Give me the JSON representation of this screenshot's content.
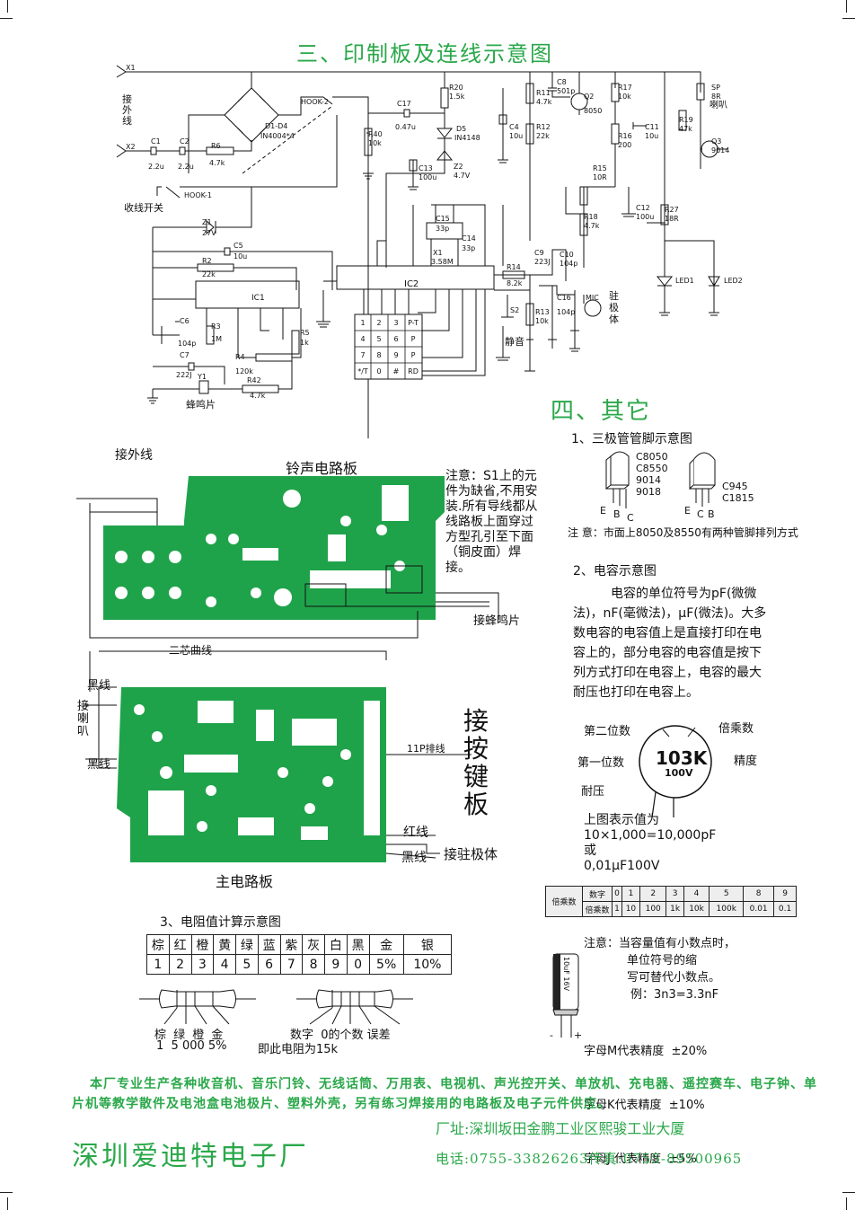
{
  "section3": {
    "title": "三、印制板及连线示意图"
  },
  "schematic": {
    "labels": {
      "x1": "X1",
      "x2": "X2",
      "jiewaixian": "接外线",
      "c1": "C1",
      "c1v": "2.2u",
      "c2": "C2",
      "c2v": "2.2u",
      "r6": "R6",
      "r6v": "4.7k",
      "d1d4": "D1-D4",
      "d1d4v": "IN4004*4",
      "hook2": "HOOK-2",
      "hook1": "HOOK-1",
      "shouxian": "收线开关",
      "r40": "R40",
      "r40v": "10k",
      "c17": "C17",
      "c17v": "0.47u",
      "r20": "R20",
      "r20v": "1.5k",
      "d5": "D5",
      "d5v": "IN4148",
      "c13": "C13",
      "c13v": "100u",
      "z2": "Z2",
      "z2v": "4.7V",
      "c4": "C4",
      "c4v": "10u",
      "r11": "R11",
      "r11v": "4.7k",
      "c8": "C8",
      "c8v": "501p",
      "q2": "Q2",
      "q2v": "8050",
      "r12": "R12",
      "r12v": "22k",
      "r17": "R17",
      "r17v": "10k",
      "r16": "R16",
      "r16v": "200",
      "c11": "C11",
      "c11v": "10u",
      "sp": "SP",
      "spv": "8R",
      "laba": "喇叭",
      "r19": "R19",
      "r19v": "47k",
      "q3": "Q3",
      "q3v": "9014",
      "r15": "R15",
      "r15v": "10R",
      "c12": "C12",
      "c12v": "100u",
      "r27": "R27",
      "r27v": "18R",
      "r18": "R18",
      "r18v": "4.7k",
      "led1": "LED1",
      "led2": "LED2",
      "z1": "Z1",
      "z1v": "27V",
      "c5": "C5",
      "c5v": "10u",
      "r2": "R2",
      "r2v": "22k",
      "ic1": "IC1",
      "c6": "C6",
      "c6v": "104p",
      "r3": "R3",
      "r3v": "1M",
      "c7": "C7",
      "c7v": "222J",
      "r4": "R4",
      "r4v": "120k",
      "y1": "Y1",
      "r42": "R42",
      "r42v": "4.7k",
      "fengming": "蜂鸣片",
      "r5": "R5",
      "r5v": "1k",
      "c15": "C15",
      "c15v": "33p",
      "c14": "C14",
      "c14v": "33p",
      "x1xt": "X1",
      "x1xtv": "3.58M",
      "ic2": "IC2",
      "c9": "C9",
      "c9v": "223J",
      "c10": "C10",
      "c10v": "104p",
      "r14": "R14",
      "r14v": "8.2k",
      "c16": "C16",
      "c16v": "104p",
      "mic": "MIC",
      "zhujiti": "驻极体",
      "s2": "S2",
      "jingyin": "静音",
      "r13": "R13",
      "r13v": "10k"
    },
    "keypad": [
      "1",
      "2",
      "3",
      "P-T",
      "4",
      "5",
      "6",
      "P",
      "7",
      "8",
      "9",
      "P",
      "*/T",
      "0",
      "#",
      "RD"
    ]
  },
  "boards": {
    "jiewaixian": "接外线",
    "ring_board": "铃声电路板",
    "note": "注意：S1上的元件为缺省,不用安装.所有导线都从线路板上面穿过方型孔引至下面（铜皮面）焊接。",
    "jiefengmingpian": "接蜂鸣片",
    "erxin": "二芯曲线",
    "heixian1": "黑线",
    "jielaba": "接喇叭",
    "heixian2": "黑线",
    "paixian": "11P排线",
    "jieanjian": "接按键板",
    "hongxian": "红线",
    "heixian3": "黑线",
    "jiezhuji": "接驻极体",
    "main_board": "主电路板"
  },
  "section4": {
    "title": "四、其它",
    "sub1": "1、三极管管脚示意图",
    "tr1_models": [
      "C8050",
      "C8550",
      "9014",
      "9018"
    ],
    "tr2_models": [
      "C945",
      "C1815"
    ],
    "pins_e": "E",
    "pins_b": "B",
    "pins_c": "C",
    "pins2_e": "E",
    "pins2_c": "C",
    "pins2_b": "B",
    "tr_note": "注 意：市面上8050及8550有两种管脚排列方式",
    "sub2": "2、电容示意图",
    "cap_desc": "电容的单位符号为pF(微微法)，nF(毫微法)，μF(微法)。大多数电容的电容值上是直接打印在电容上的，部分电容的电容值是按下列方式打印在电容上，电容的最大耐压也打印在电容上。",
    "cap_second": "第二位数",
    "cap_mult": "倍乘数",
    "cap_first": "第一位数",
    "cap_prec": "精度",
    "cap_volt": "耐压",
    "cap_code": "103K",
    "cap_code_v": "100V",
    "cap_result_1": "上图表示值为",
    "cap_result_2": "10×1,000=10,000pF",
    "cap_result_3": "或",
    "cap_result_4": "0,01μF100V",
    "mult_label": "倍乘数",
    "mult_row1_label": "数字",
    "mult_row2_label": "倍乘数",
    "mult_digits": [
      "0",
      "1",
      "2",
      "3",
      "4",
      "5",
      "8",
      "9"
    ],
    "mult_values": [
      "1",
      "10",
      "100",
      "1k",
      "10k",
      "100k",
      "0.01",
      "0.1"
    ],
    "cap_note_1": "注意：当容量值有小数点时，",
    "cap_note_2": "单位符号的缩",
    "cap_note_3": "写可替代小数点。",
    "cap_note_4": "例：3n3=3.3nF",
    "prec_m": "字母M代表精度  ±20%",
    "prec_k": "字母K代表精度  ±10%",
    "prec_j": "字母J 代表精度  ±5%",
    "elec_label": "10uF 16V",
    "minus": "-",
    "plus": "+"
  },
  "section_res": {
    "sub3": "3、电阻值计算示意图",
    "colors": [
      "棕",
      "红",
      "橙",
      "黄",
      "绿",
      "蓝",
      "紫",
      "灰",
      "白",
      "黑",
      "金",
      "银"
    ],
    "values": [
      "1",
      "2",
      "3",
      "4",
      "5",
      "6",
      "7",
      "8",
      "9",
      "0",
      "5%",
      "10%"
    ],
    "r1_labels": "棕 绿 橙 金",
    "r1_values": "1  5 000 5%",
    "r1_result": "即此电阻为15k",
    "r2_labels": "数字  0的个数 误差"
  },
  "footer": {
    "intro": "本厂专业生产各种收音机、音乐门铃、无线话筒、万用表、电视机、声光控开关、单放机、充电器、遥控赛车、电子钟、单片机等教学散件及电池盒电池极片、塑料外壳，另有练习焊接用的电路板及电子元件供应。",
    "company": "深圳爱迪特电子厂",
    "address": "厂址:深圳坂田金鹏工业区熙骏工业大厦",
    "phone": "电话:0755-33826263传真:0755-89500965"
  },
  "colors": {
    "green": "#2aa84a",
    "pcb": "#1fa34a",
    "ink": "#111111"
  }
}
